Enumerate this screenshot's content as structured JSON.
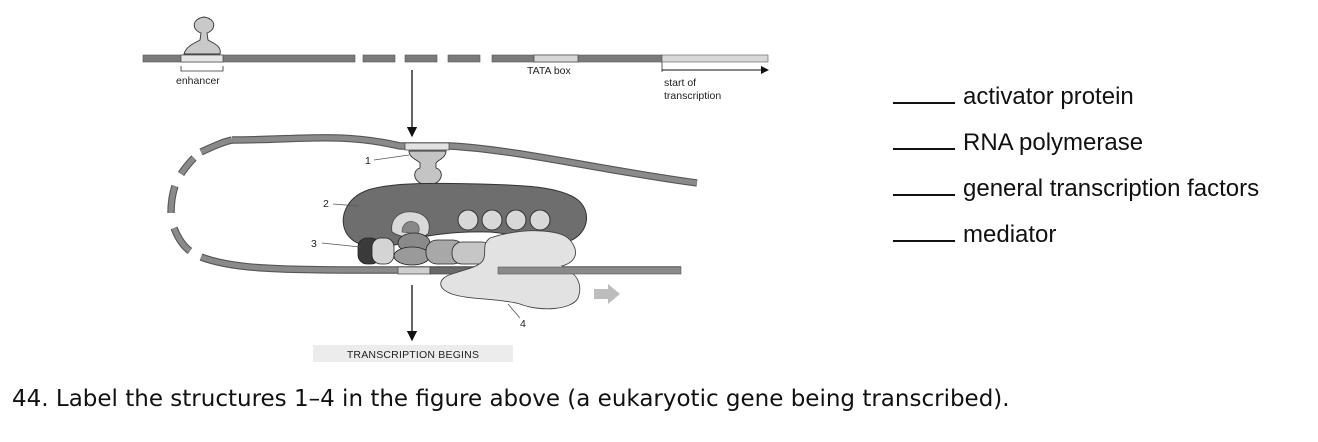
{
  "figure": {
    "labels": {
      "enhancer": "enhancer",
      "tata_box": "TATA box",
      "start_line1": "start of",
      "start_line2": "transcription",
      "num1": "1",
      "num2": "2",
      "num3": "3",
      "num4": "4",
      "transcription_begins": "TRANSCRIPTION BEGINS"
    },
    "colors": {
      "dna": "#7a7a7a",
      "protein_dark": "#6e6e6e",
      "protein_light": "#d2d2d2",
      "label_bg": "#ececec"
    }
  },
  "answer_options": [
    {
      "label": "activator protein"
    },
    {
      "label": "RNA polymerase"
    },
    {
      "label": "general transcription factors"
    },
    {
      "label": "mediator"
    }
  ],
  "question": {
    "text": "44. Label the structures 1–4 in the figure above (a eukaryotic gene being transcribed)."
  }
}
